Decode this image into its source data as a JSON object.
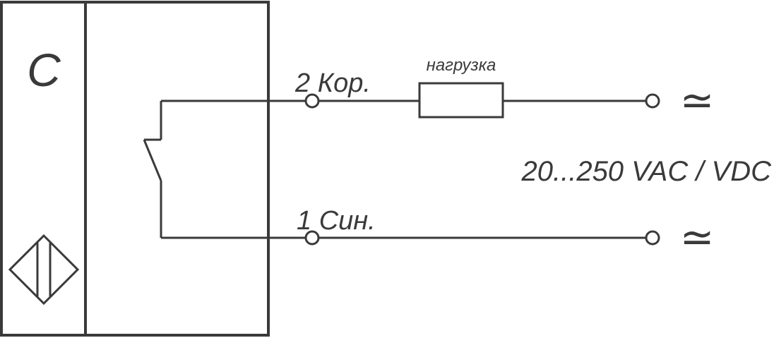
{
  "sensor": {
    "type_letter": "C"
  },
  "terminals": {
    "pin2_label": "2 Кор.",
    "pin1_label": "1 Син."
  },
  "load": {
    "label": "нагрузка"
  },
  "supply": {
    "symbol_top": "≃",
    "symbol_bottom": "≃",
    "voltage_label": "20...250 VAC / VDC"
  },
  "colors": {
    "line": "#3a3a3a",
    "background": "#ffffff"
  }
}
